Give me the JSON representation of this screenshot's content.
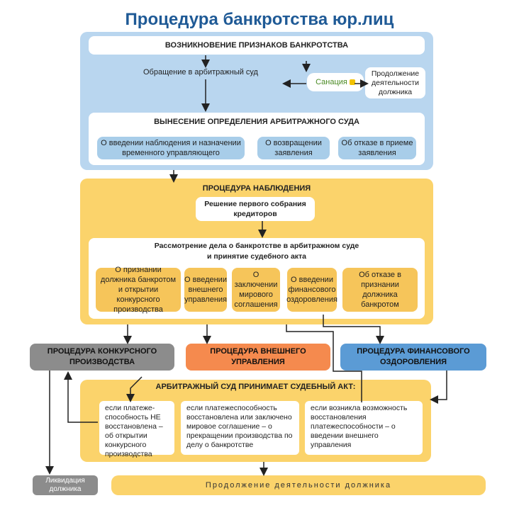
{
  "title": "Процедура банкротства юр.лиц",
  "stage1": {
    "header": "ВОЗНИКНОВЕНИЕ ПРИЗНАКОВ БАНКРОТСТВА",
    "appeal": "Обращение в арбитражный суд",
    "sanation": "Санация",
    "continue_activity": "Продолжение деятельности должника",
    "decision_header": "ВЫНЕСЕНИЕ ОПРЕДЕЛЕНИЯ АРБИТРАЖНОГО СУДА",
    "options": [
      "О введении наблюдения и назначении временного управляющего",
      "О возвращении заявления",
      "Об отказе в приеме заявления"
    ]
  },
  "stage2": {
    "header": "ПРОЦЕДУРА НАБЛЮДЕНИЯ",
    "creditors": "Решение первого собрания кредиторов",
    "review": "Рассмотрение дела о банкротстве в арбитражном суде  и принятие судебного акта",
    "options": [
      "О признании должника банкротом и открытии конкурсного производства",
      "О введении внешнего управления",
      "О заключении мирового соглашения",
      "О введении финансового оздоровления",
      "Об отказе в признании должника банкротом"
    ]
  },
  "procedures": {
    "competitive": "ПРОЦЕДУРА КОНКУРСНОГО ПРОИЗВОДСТВА",
    "external": "ПРОЦЕДУРА ВНЕШНЕГО УПРАВЛЕНИЯ",
    "financial": "ПРОЦЕДУРА ФИНАНСОВОГО ОЗДОРОВЛЕНИЯ"
  },
  "stage3": {
    "header": "АРБИТРАЖНЫЙ СУД ПРИНИМАЕТ СУДЕБНЫЙ АКТ:",
    "notes": [
      "если платеже-способность НЕ восстановлена – об открытии конкурсного производства",
      "если платежеспособность восстановлена или заключено мировое соглашение – о прекращении производства по делу о банкротстве",
      "если возникла возможность восстановления платежеспособности – о введении внешнего управления"
    ]
  },
  "liquidation": "Ликвидация должника",
  "continuation": "Продолжение деятельности должника",
  "colors": {
    "title": "#1f5a96",
    "blue_panel": "#b9d6ef",
    "yellow_panel": "#fbd36b",
    "competitive": "#8c8c8c",
    "external": "#f58a4e",
    "financial": "#5b9bd5"
  }
}
